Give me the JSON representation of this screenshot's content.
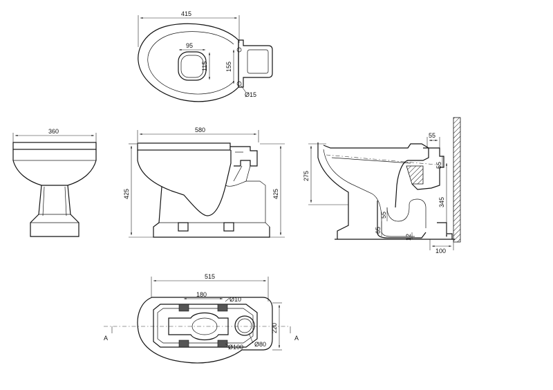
{
  "top_view": {
    "width": "415",
    "seat_width": "95",
    "seat_depth": "115",
    "fixing_spacing": "155",
    "fixing_hole": "Ø15"
  },
  "front_view": {
    "width": "360"
  },
  "side_view": {
    "length": "580",
    "height_left": "425",
    "height_right": "425"
  },
  "section_view": {
    "rim_height": "275",
    "outlet_top_offset": "55",
    "outlet_side": "55",
    "outlet_height": "345",
    "trap_depth_a": "55",
    "trap_depth_b": "65",
    "floor_offset": "12",
    "wall_offset": "100"
  },
  "base_view": {
    "length": "515",
    "fixing_spacing": "180",
    "fixing_hole": "Ø10",
    "inlet_dia": "Ø100",
    "outlet_dia": "Ø80",
    "depth": "220",
    "section_mark_left": "A",
    "section_mark_right": "A"
  }
}
